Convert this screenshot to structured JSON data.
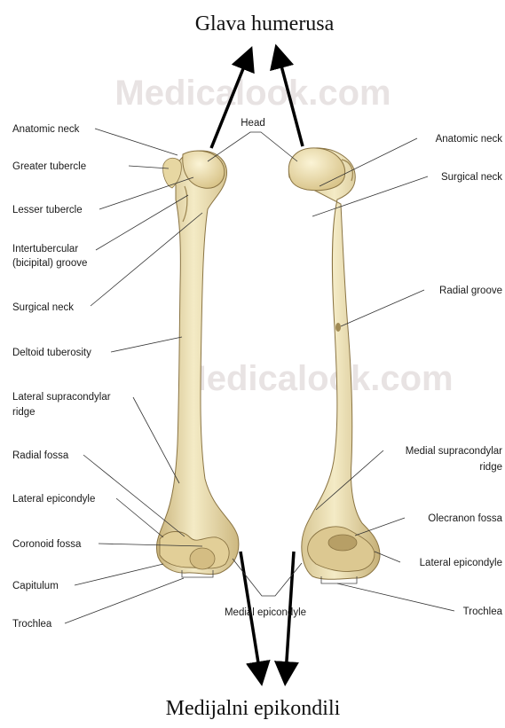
{
  "title_top": "Glava humerusa",
  "title_bottom": "Medijalni epikondili",
  "watermark": "Medicalook.com",
  "labels": {
    "head": "Head",
    "anatomic_neck_left": "Anatomic neck",
    "greater_tubercle": "Greater tubercle",
    "lesser_tubercle": "Lesser tubercle",
    "intertubercular_1": "Intertubercular",
    "intertubercular_2": "(bicipital) groove",
    "surgical_neck_left": "Surgical neck",
    "deltoid_tuberosity": "Deltoid tuberosity",
    "lateral_supracondylar_1": "Lateral supracondylar",
    "lateral_supracondylar_2": "ridge",
    "radial_fossa": "Radial fossa",
    "lateral_epicondyle_left": "Lateral epicondyle",
    "coronoid_fossa": "Coronoid fossa",
    "capitulum": "Capitulum",
    "trochlea_left": "Trochlea",
    "anatomic_neck_right": "Anatomic neck",
    "surgical_neck_right": "Surgical neck",
    "radial_groove": "Radial groove",
    "medial_supracondylar_1": "Medial supracondylar",
    "medial_supracondylar_2": "ridge",
    "olecranon_fossa": "Olecranon fossa",
    "lateral_epicondyle_right": "Lateral epicondyle",
    "trochlea_right": "Trochlea",
    "medial_epicondyle": "Medial epicondyle"
  },
  "colors": {
    "bone": "#efe3b4",
    "bone_shadow": "#c9b37a",
    "bone_outline": "#8a7443"
  }
}
